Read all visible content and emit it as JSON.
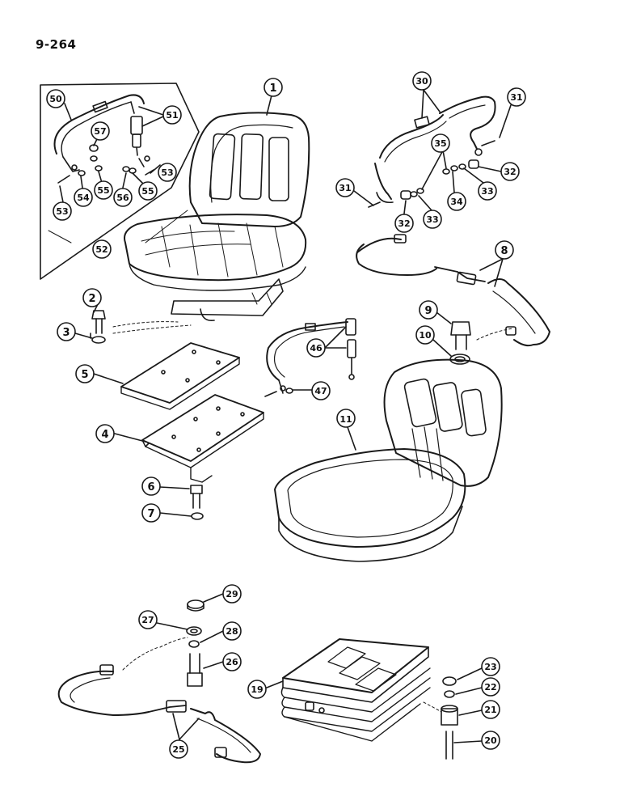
{
  "page": {
    "number": "9-264"
  },
  "callouts": [
    "1",
    "2",
    "3",
    "4",
    "5",
    "6",
    "7",
    "8",
    "9",
    "10",
    "11",
    "19",
    "20",
    "21",
    "22",
    "23",
    "25",
    "26",
    "27",
    "28",
    "29",
    "30",
    "31",
    "31",
    "32",
    "32",
    "33",
    "33",
    "34",
    "35",
    "46",
    "47",
    "50",
    "51",
    "52",
    "53",
    "53",
    "54",
    "55",
    "55",
    "56",
    "57"
  ]
}
